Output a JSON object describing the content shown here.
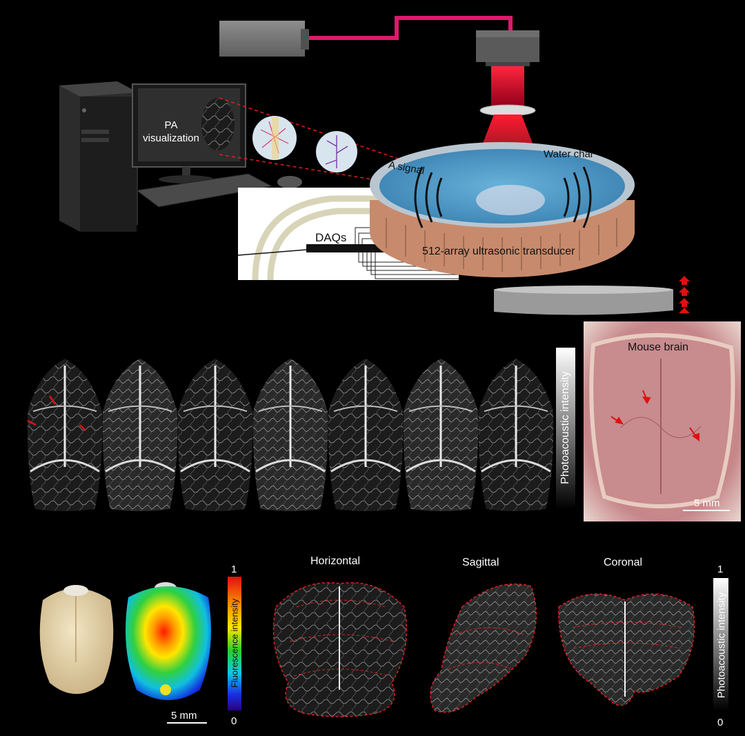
{
  "setup": {
    "pa_visualization_line1": "PA",
    "pa_visualization_line2": "visualization",
    "signal_label": "A signal",
    "water_label": "Water char",
    "daqs_label": "DAQs",
    "transducer_label": "512-array ultrasonic transducer"
  },
  "panel_b": {
    "colorbar_label": "Photoacoustic intensity",
    "photo_label": "Mouse brain",
    "scalebar_label": "5 mm",
    "slice_count": 7
  },
  "panel_c": {
    "fluor_colorbar_top": "1",
    "fluor_colorbar_bottom": "0",
    "fluor_colorbar_label": "Fluorescence intensity",
    "scalebar_label": "5 mm",
    "view_labels": [
      "Horizontal",
      "Sagittal",
      "Coronal"
    ],
    "pa_colorbar_top": "1",
    "pa_colorbar_bottom": "0",
    "pa_colorbar_label": "Photoacoustic intensity"
  },
  "colors": {
    "fiber": "#e0186c",
    "laser": "#e8103a",
    "water": "#3a8fc4",
    "transducer_tile": "#e0a98a",
    "outline_dashes": "#e02020",
    "pa_gray": "#d8d8d8"
  }
}
